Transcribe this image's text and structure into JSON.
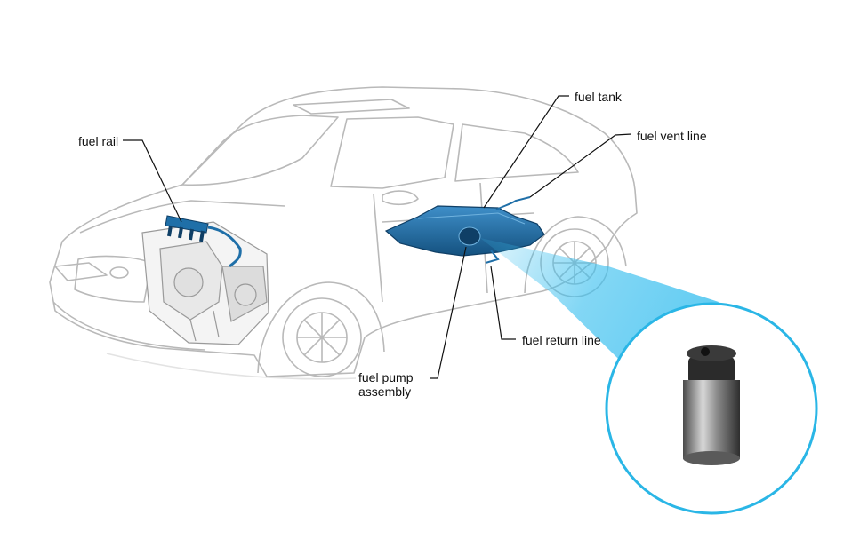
{
  "diagram": {
    "labels": {
      "fuel_rail": "fuel rail",
      "fuel_tank": "fuel tank",
      "fuel_vent_line": "fuel vent line",
      "fuel_return_line": "fuel return line",
      "fuel_pump_assembly_line1": "fuel pump",
      "fuel_pump_assembly_line2": "assembly"
    },
    "colors": {
      "car_outline": "#b9b9b9",
      "fuel_system": "#1f6fa8",
      "fuel_system_dark": "#0f3f66",
      "beam": "#3cc0ef",
      "magnifier_ring": "#2ab6e6",
      "pump_body": "#6c6c6c",
      "leader_line": "#111111"
    },
    "icons": [
      "car-icon",
      "engine-icon",
      "fuel-tank-icon",
      "fuel-pump-icon"
    ]
  }
}
